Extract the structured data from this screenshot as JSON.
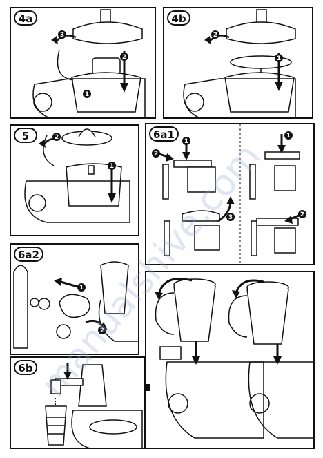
{
  "panels": {
    "p4a": {
      "label": "4a",
      "steps": [
        "1",
        "2",
        "3"
      ]
    },
    "p4b": {
      "label": "4b",
      "steps": [
        "1",
        "2"
      ]
    },
    "p5": {
      "label": "5",
      "steps": [
        "1",
        "2"
      ]
    },
    "p6a1": {
      "label": "6a1",
      "steps": [
        "1",
        "2",
        "1",
        "3",
        "2"
      ]
    },
    "p6a2": {
      "label": "6a2",
      "steps": [
        "1",
        "2"
      ]
    },
    "p6b": {
      "label": "6b"
    }
  },
  "watermark": "manualshive.com"
}
